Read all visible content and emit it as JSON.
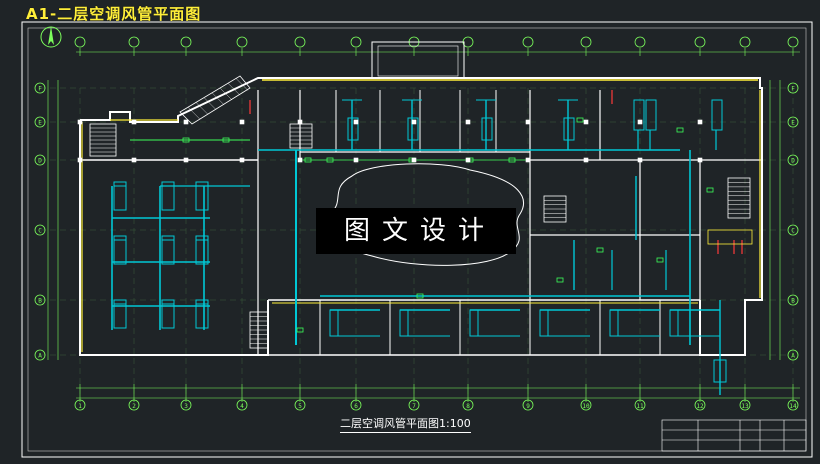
{
  "drawing": {
    "title": "A1-二层空调风管平面图",
    "watermark": "图文设计",
    "caption": "二层空调风管平面图1:100"
  },
  "grid": {
    "top_labels": [
      "1",
      "2",
      "3",
      "4",
      "5",
      "6",
      "7",
      "8",
      "9",
      "10",
      "11",
      "12",
      "13",
      "14"
    ],
    "left_labels": [
      "F",
      "E",
      "D",
      "C",
      "B",
      "A"
    ],
    "right_labels": [
      "F",
      "E",
      "D",
      "C",
      "B",
      "A"
    ]
  },
  "colors": {
    "background": "#1f2427",
    "frame": "#ffffff",
    "wall": "#ffffff",
    "duct": "#00c8d6",
    "supply": "#3cff5a",
    "window": "#ffef3a",
    "grid": "#7cff5c",
    "stair": "#ffffff",
    "accent": "#ff3b3b"
  }
}
